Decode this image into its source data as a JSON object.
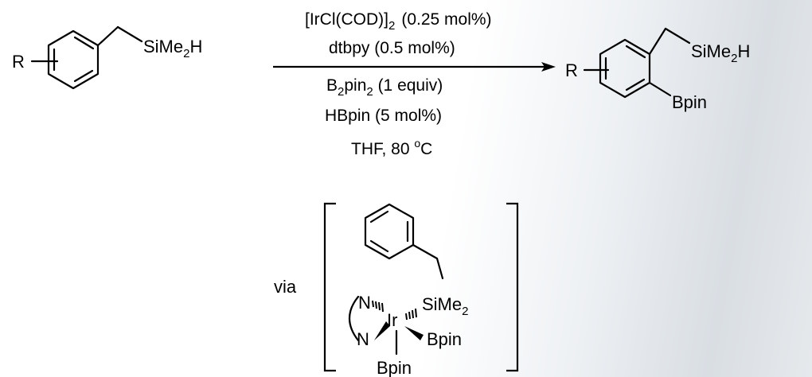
{
  "reactant": {
    "r_group": "R",
    "silyl": "SiMe",
    "silyl_sub": "2",
    "silyl_tail": "H"
  },
  "conditions": {
    "catalyst": "[IrCl(COD)]",
    "catalyst_sub": "2",
    "catalyst_loading": "(0.25 mol%)",
    "ligand": "dtbpy (0.5 mol%)",
    "boron_a": "B",
    "boron_a_sub1": "2",
    "boron_a_mid": "pin",
    "boron_a_sub2": "2",
    "boron_a_tail": " (1 equiv)",
    "hbpin": "HBpin (5 mol%)",
    "solvent_temp": "THF, 80 ",
    "degree": "o",
    "celsius": "C"
  },
  "product": {
    "r_group": "R",
    "silyl": "SiMe",
    "silyl_sub": "2",
    "silyl_tail": "H",
    "boryl": "Bpin"
  },
  "intermediate": {
    "via": "via",
    "n1": "N",
    "n2": "N",
    "metal": "Ir",
    "silyl": "SiMe",
    "silyl_sub": "2",
    "boryl_right": "Bpin",
    "boryl_bottom": "Bpin"
  }
}
